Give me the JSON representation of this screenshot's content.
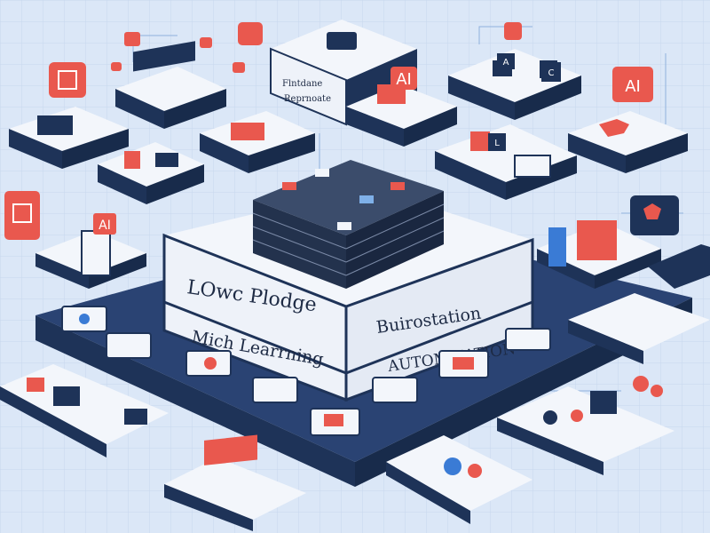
{
  "scene": {
    "main_platform": {
      "left_title": "LOwc Plodge",
      "left_subtitle": "Mich Learrning",
      "right_title": "Buirostation",
      "right_subtitle": "AUTOMMATION"
    },
    "top_card": {
      "line1": "Flntdane",
      "line2": "Reprnoate"
    },
    "ai_badges": [
      "AI",
      "AI",
      "AI"
    ],
    "tile_letters": [
      "A",
      "C",
      "L"
    ],
    "colors": {
      "background": "#dbe7f7",
      "platform_dark": "#1e3358",
      "platform_face": "#2a4373",
      "card_top": "#f3f6fb",
      "accent_red": "#e9584e",
      "accent_blue": "#3a7bd5"
    }
  }
}
